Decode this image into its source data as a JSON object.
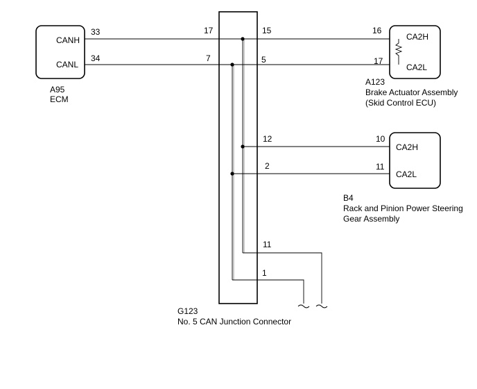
{
  "ecm": {
    "code": "A95",
    "name": "ECM",
    "pins": [
      {
        "label": "CANH",
        "pin": "33"
      },
      {
        "label": "CANL",
        "pin": "34"
      }
    ]
  },
  "brake_actuator": {
    "code": "A123",
    "name_line1": "Brake Actuator Assembly",
    "name_line2": "(Skid Control ECU)",
    "pins": [
      {
        "label": "CA2H",
        "pin": "16"
      },
      {
        "label": "CA2L",
        "pin": "17"
      }
    ]
  },
  "steering_gear": {
    "code": "B4",
    "name_line1": "Rack and Pinion Power Steering",
    "name_line2": "Gear Assembly",
    "pins": [
      {
        "label": "CA2H",
        "pin": "10"
      },
      {
        "label": "CA2L",
        "pin": "11"
      }
    ]
  },
  "junction": {
    "code": "G123",
    "name": "No. 5 CAN Junction Connector",
    "left_pins": [
      "17",
      "7"
    ],
    "right_pins": [
      "15",
      "5",
      "12",
      "2",
      "11",
      "1"
    ]
  }
}
